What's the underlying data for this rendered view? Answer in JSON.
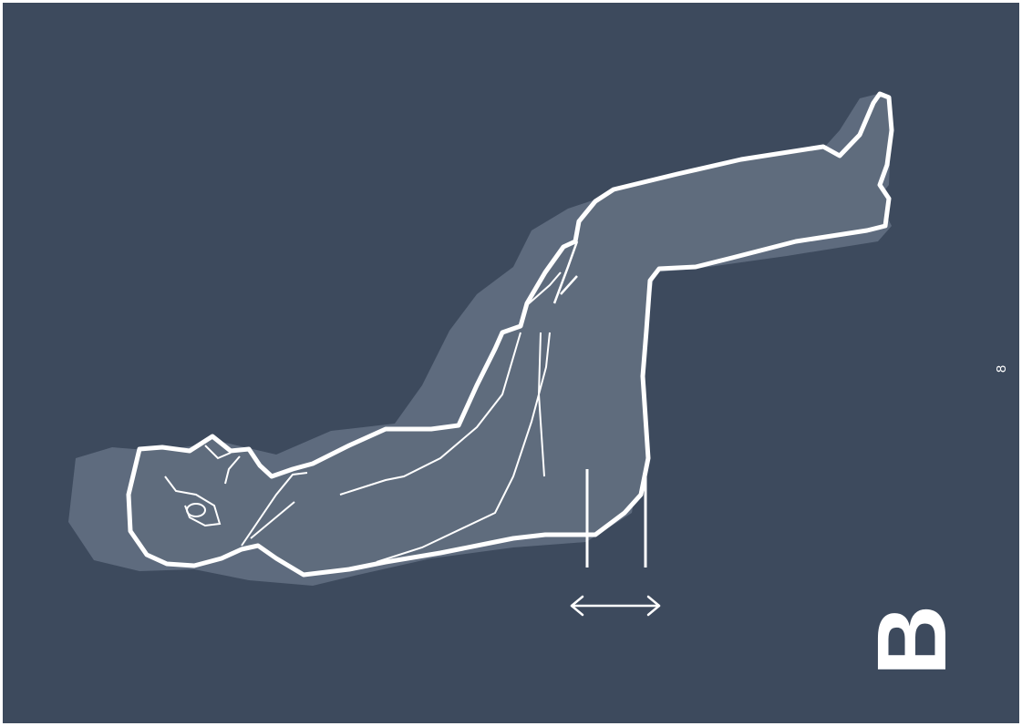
{
  "page": {
    "number": "8",
    "panel_letter": "B"
  },
  "colors": {
    "background": "#3d4a5d",
    "shadow": "#5e6b7e",
    "figure_fill": "#5f6c7d",
    "outline": "#ffffff"
  },
  "illustration": {
    "subject": "person-lying-supine-legs-raised",
    "indicator": "double-arrow-distance"
  }
}
